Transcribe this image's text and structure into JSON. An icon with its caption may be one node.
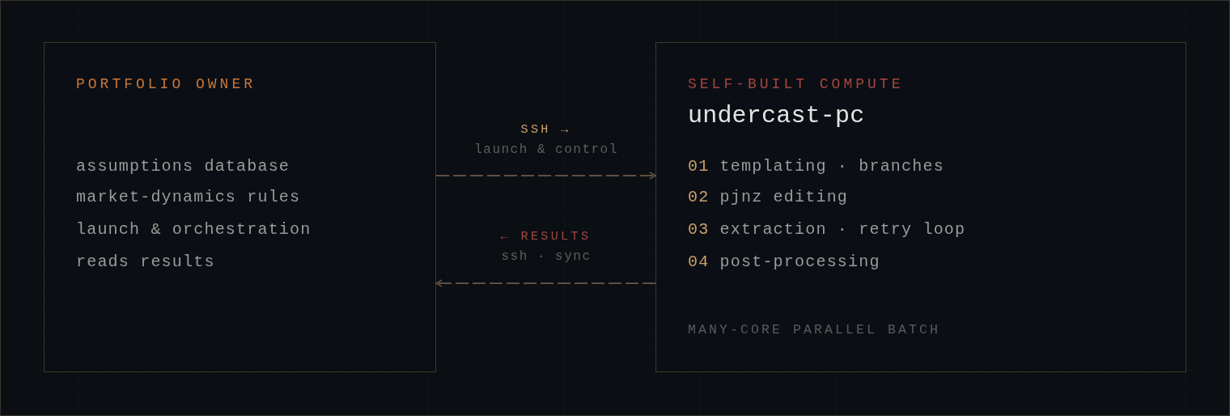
{
  "diagram": {
    "nodes": [
      {
        "text": [
          "PORTFOLIO OWNER",
          "assumptions database",
          "market-dynamics rules",
          "launch & orchestration",
          "reads results"
        ]
      },
      {
        "text": [
          "SELF-BUILT COMPUTE",
          "undercast-pc",
          "01 templating · branches",
          "02 pjnz editing",
          "03 extraction · retry loop",
          "04 post-processing",
          "MANY-CORE PARALLEL BATCH"
        ]
      }
    ],
    "edges": [
      {
        "from": 0,
        "to": 1,
        "arrow": "to",
        "label": "SSH →",
        "style": "dashed"
      },
      {
        "from": 1,
        "to": 0,
        "arrow": "to",
        "label": "← RESULTS",
        "style": "dashed"
      }
    ],
    "labels": [
      "launch & control",
      "ssh · sync"
    ]
  }
}
